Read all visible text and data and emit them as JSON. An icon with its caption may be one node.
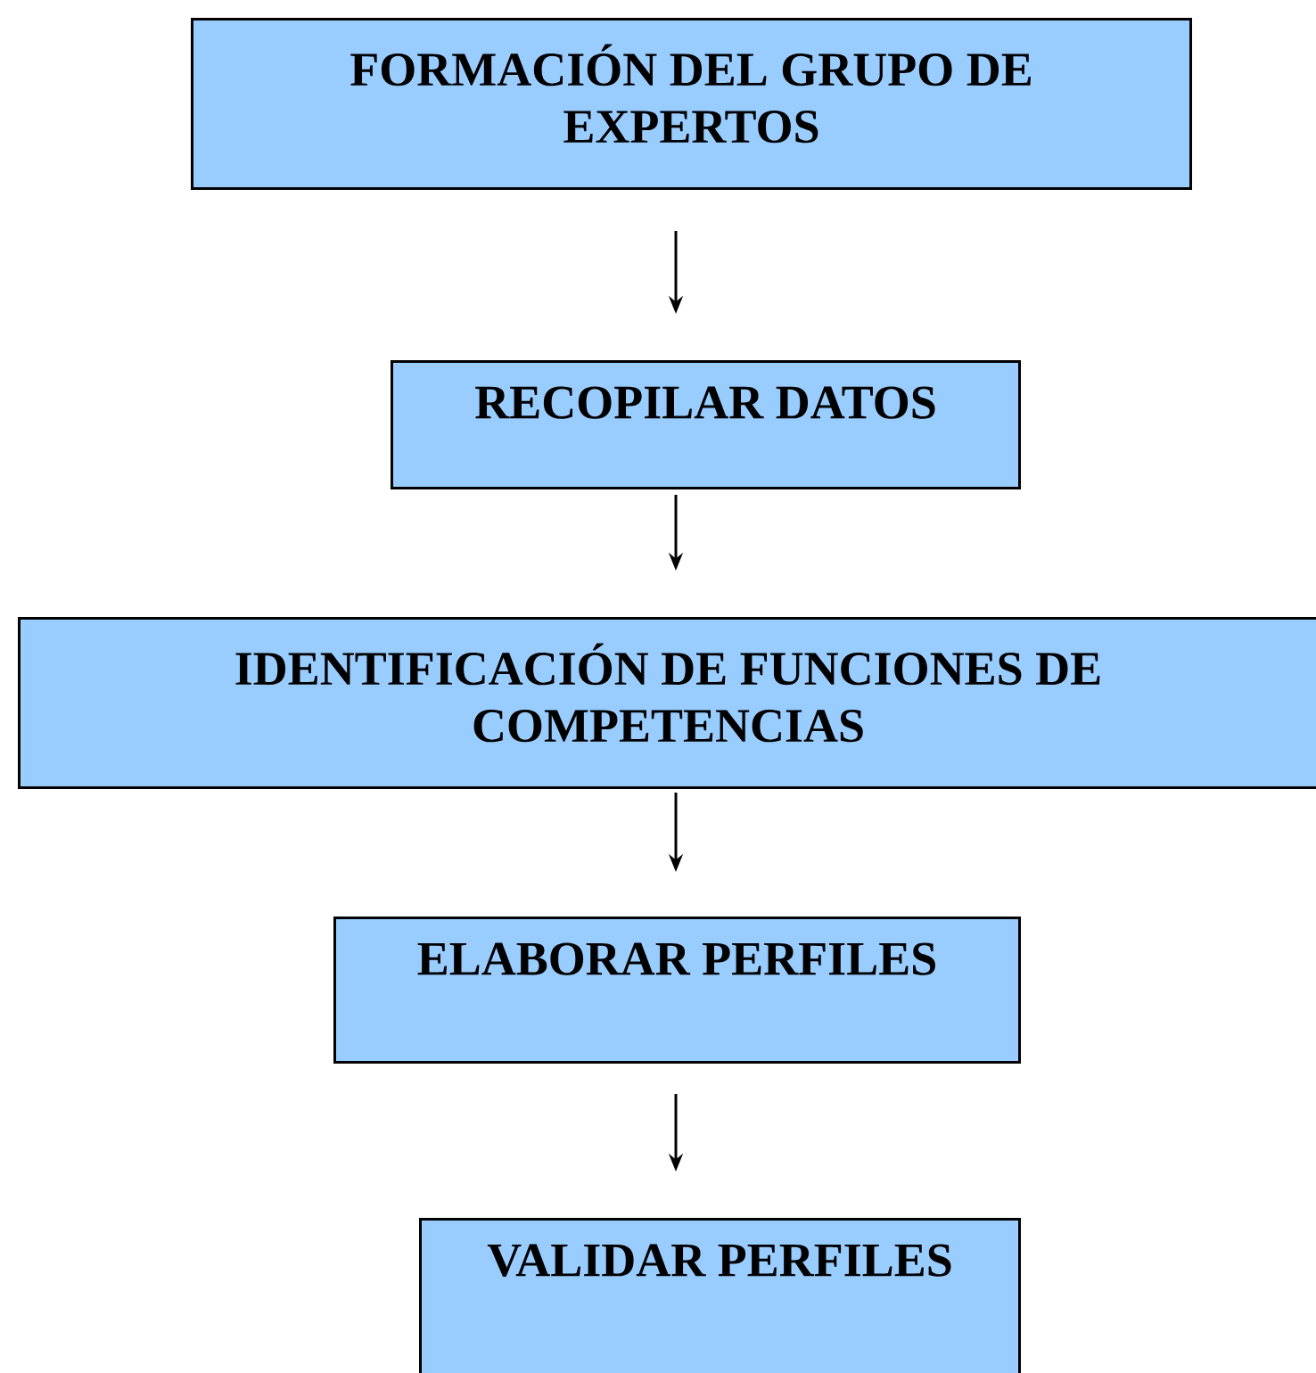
{
  "diagram": {
    "nodes": [
      {
        "text": [
          "FORMACIÓN DEL GRUPO DE EXPERTOS"
        ]
      },
      {
        "text": [
          "RECOPILAR DATOS"
        ]
      },
      {
        "text": [
          "IDENTIFICACIÓN DE FUNCIONES DE COMPETENCIAS"
        ]
      },
      {
        "text": [
          "ELABORAR PERFILES"
        ]
      },
      {
        "text": [
          "VALIDAR PERFILES"
        ]
      }
    ],
    "edges": [
      {
        "from": 0,
        "to": 1,
        "arrow": "to"
      },
      {
        "from": 1,
        "to": 2,
        "arrow": "to"
      },
      {
        "from": 2,
        "to": 3,
        "arrow": "to"
      },
      {
        "from": 3,
        "to": 4,
        "arrow": "to"
      }
    ]
  }
}
